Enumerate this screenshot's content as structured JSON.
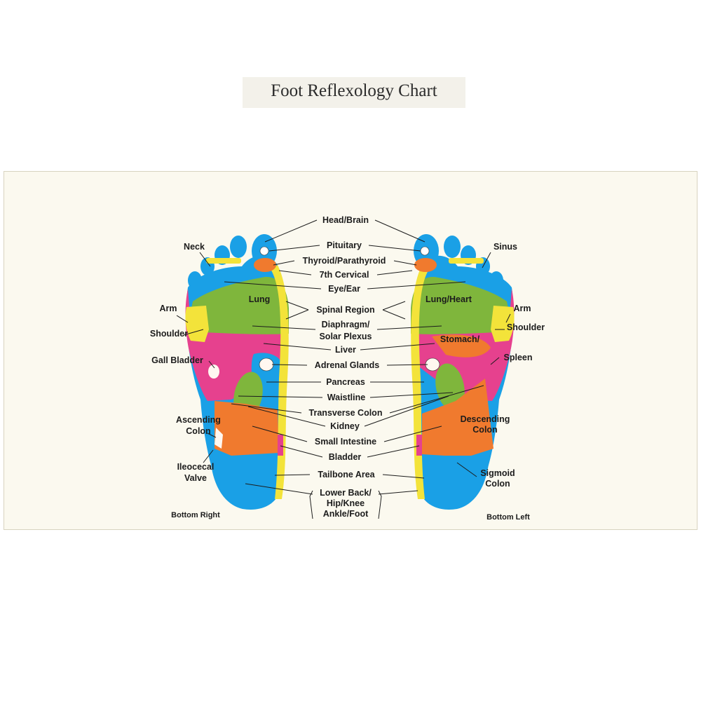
{
  "title": "Foot Reflexology Chart",
  "colors": {
    "blue": "#1aa0e6",
    "green": "#7fb63c",
    "yellow": "#f3e33a",
    "pink": "#e6418e",
    "orange": "#f07a2e",
    "panel": "#fbf9ef"
  },
  "labels": {
    "head_brain": "Head/Brain",
    "pituitary": "Pituitary",
    "thyroid": "Thyroid/Parathyroid",
    "cervical": "7th Cervical",
    "eye_ear": "Eye/Ear",
    "spinal": "Spinal Region",
    "diaphragm": "Diaphragm/",
    "solar": "Solar Plexus",
    "liver": "Liver",
    "adrenal": "Adrenal Glands",
    "pancreas": "Pancreas",
    "waistline": "Waistline",
    "transverse": "Transverse Colon",
    "kidney": "Kidney",
    "small_intestine": "Small Intestine",
    "bladder": "Bladder",
    "tailbone": "Tailbone Area",
    "lower_back": "Lower Back/",
    "hip_knee": "Hip/Knee",
    "ankle_foot": "Ankle/Foot",
    "neck": "Neck",
    "arm_left": "Arm",
    "shoulder_left": "Shoulder",
    "gall_bladder": "Gall Bladder",
    "ascending_1": "Ascending",
    "ascending_2": "Colon",
    "ileocecal_1": "Ileocecal",
    "ileocecal_2": "Valve",
    "bottom_right": "Bottom Right",
    "sinus": "Sinus",
    "arm_right": "Arm",
    "shoulder_right": "Shoulder",
    "spleen": "Spleen",
    "descending_1": "Descending",
    "descending_2": "Colon",
    "sigmoid_1": "Sigmoid",
    "sigmoid_2": "Colon",
    "bottom_left": "Bottom Left",
    "lung": "Lung",
    "lung_heart": "Lung/Heart",
    "stomach": "Stomach/"
  }
}
